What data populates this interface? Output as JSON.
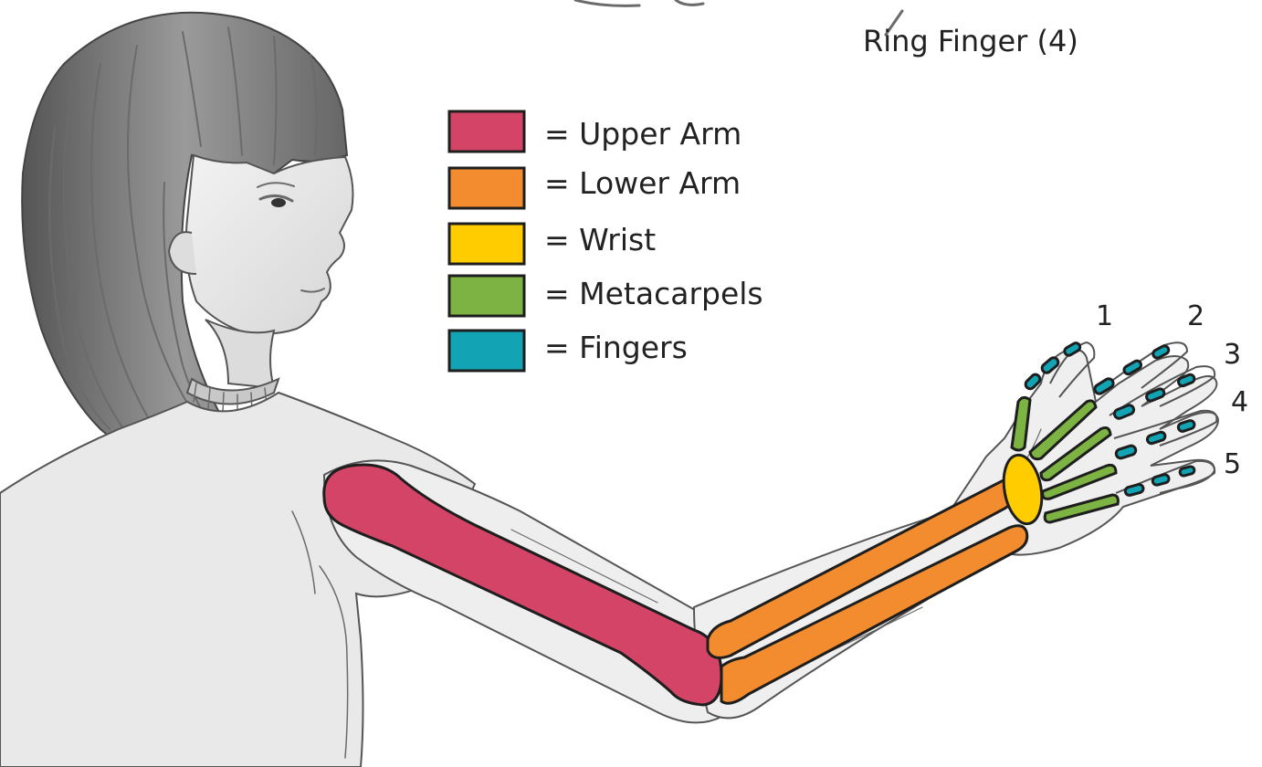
{
  "top_label": "Ring Finger (4)",
  "legend": [
    {
      "key": "upper_arm",
      "text": "= Upper Arm",
      "color": "#d44466"
    },
    {
      "key": "lower_arm",
      "text": "= Lower Arm",
      "color": "#f28c2e"
    },
    {
      "key": "wrist",
      "text": "= Wrist",
      "color": "#ffcc00"
    },
    {
      "key": "metacarpels",
      "text": "= Metacarpels",
      "color": "#7db343"
    },
    {
      "key": "fingers",
      "text": "= Fingers",
      "color": "#12a4b4"
    }
  ],
  "finger_numbers": [
    "1",
    "2",
    "3",
    "4",
    "5"
  ],
  "colors": {
    "upper_arm": "#d44466",
    "lower_arm": "#f28c2e",
    "wrist": "#ffcc00",
    "metacarpels": "#7db343",
    "fingers": "#12a4b4",
    "sketch": "#8a8a8a",
    "hair": "#7a7a7a"
  }
}
